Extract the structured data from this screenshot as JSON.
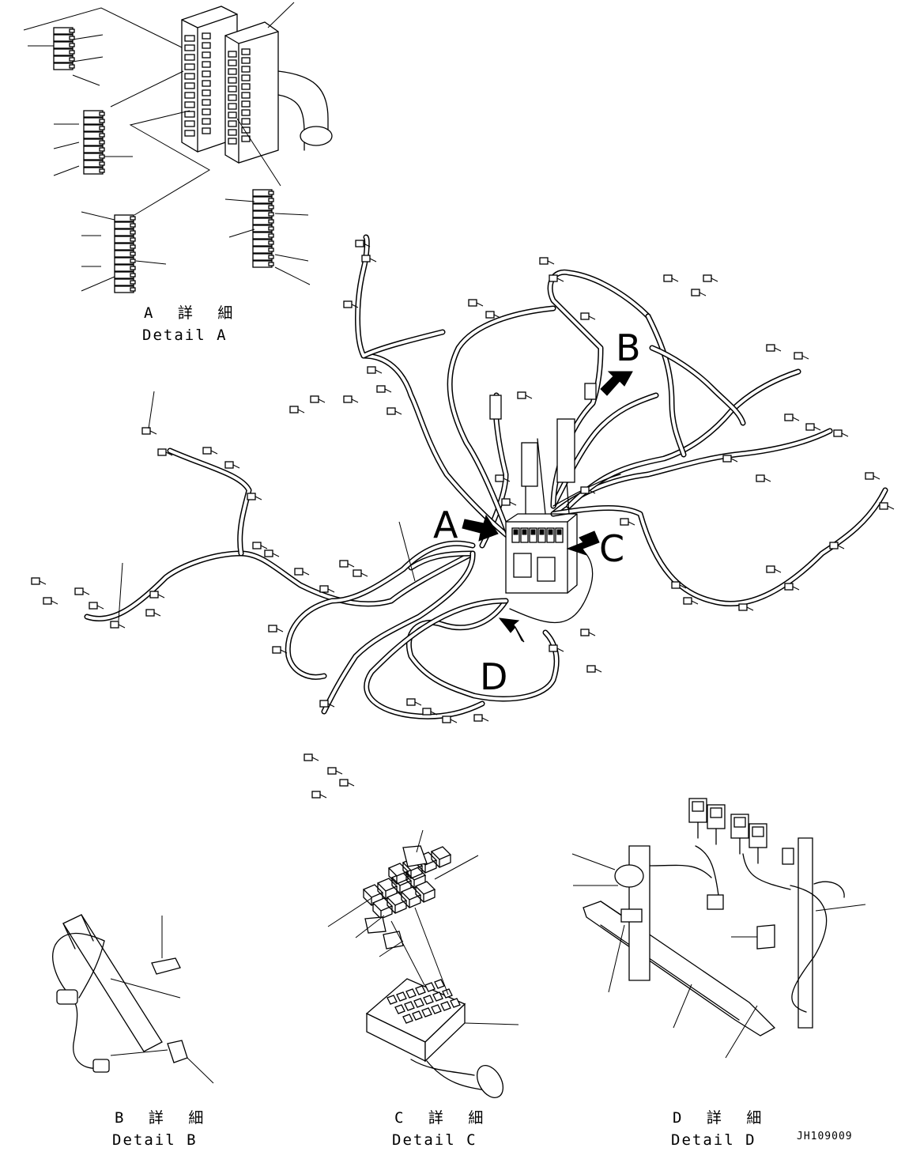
{
  "callouts": {
    "a": "A",
    "b": "B",
    "c": "C",
    "d": "D"
  },
  "details": {
    "a": {
      "jp": "A 詳 細",
      "en": "Detail A"
    },
    "b": {
      "jp": "B 詳 細",
      "en": "Detail B"
    },
    "c": {
      "jp": "C 詳 細",
      "en": "Detail C"
    },
    "d": {
      "jp": "D 詳 細",
      "en": "Detail D"
    }
  },
  "drawing_number": "JH109009"
}
